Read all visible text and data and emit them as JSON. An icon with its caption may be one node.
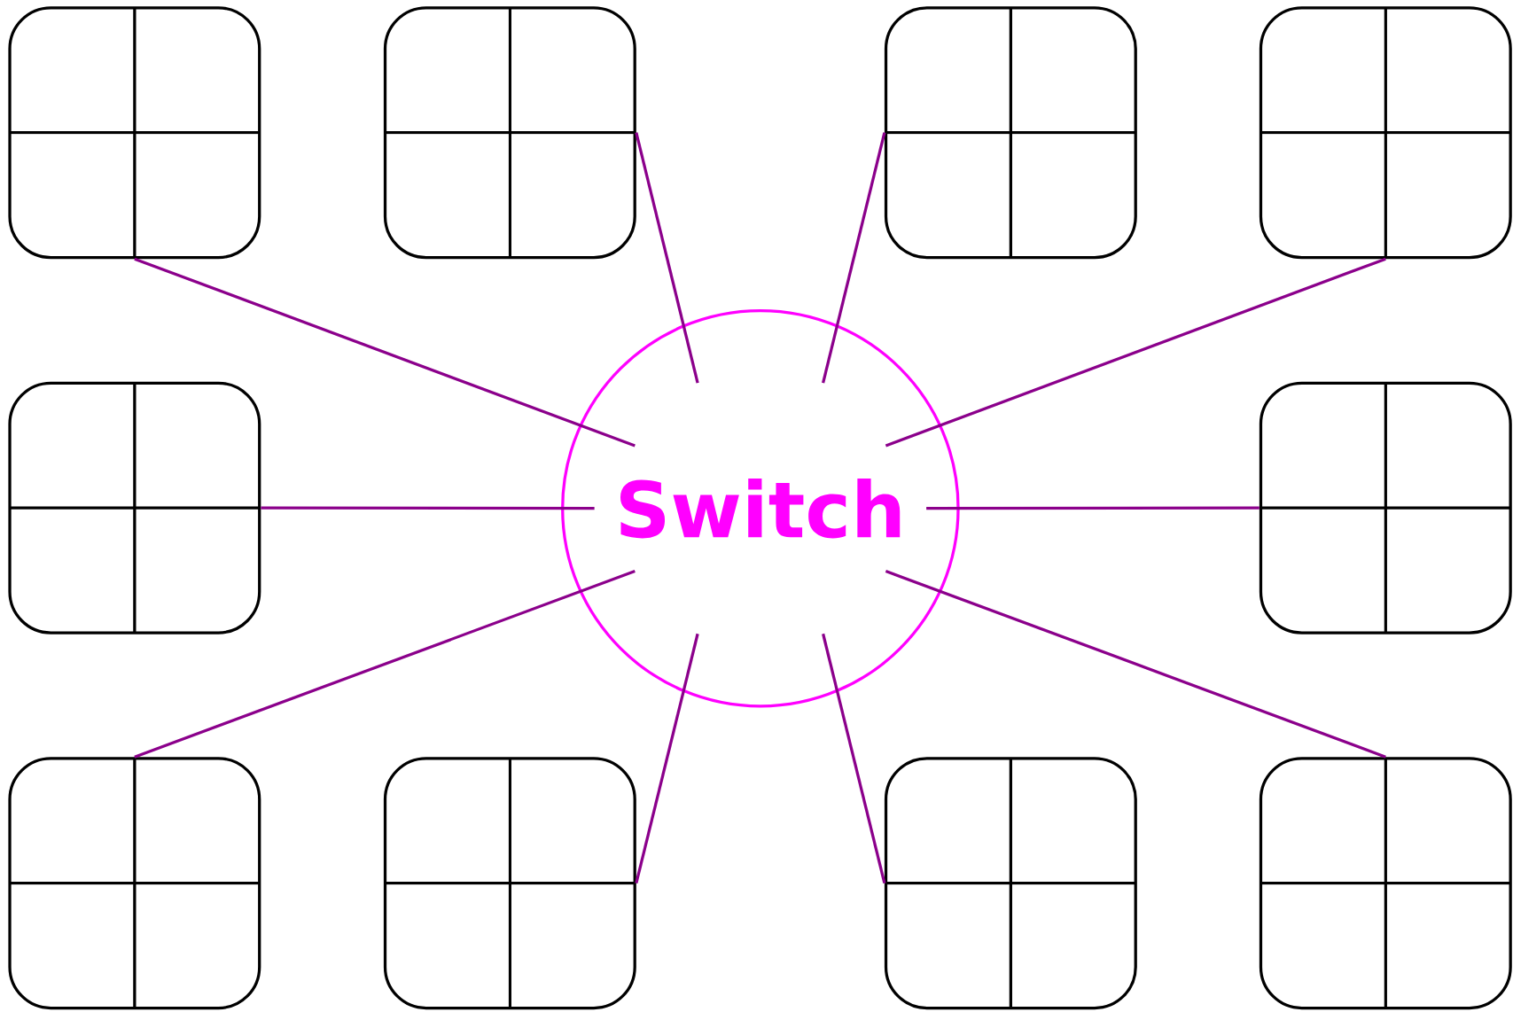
{
  "diagram": {
    "nodes": [
      {
        "text": [],
        "shape": "box"
      },
      {
        "text": [],
        "shape": "box"
      },
      {
        "text": [],
        "shape": "box"
      },
      {
        "text": [],
        "shape": "box"
      },
      {
        "text": [],
        "shape": "box"
      },
      {
        "text": [
          "Switch"
        ]
      },
      {
        "text": [],
        "shape": "box"
      },
      {
        "text": [],
        "shape": "box"
      },
      {
        "text": [],
        "shape": "box"
      },
      {
        "text": [],
        "shape": "box"
      },
      {
        "text": [],
        "shape": "box"
      }
    ],
    "edges": [
      {
        "from": 0,
        "to": 5,
        "arrow": "none"
      },
      {
        "from": 1,
        "to": 5,
        "arrow": "none"
      },
      {
        "from": 2,
        "to": 5,
        "arrow": "none"
      },
      {
        "from": 3,
        "to": 5,
        "arrow": "none"
      },
      {
        "from": 4,
        "to": 5,
        "arrow": "none"
      },
      {
        "from": 6,
        "to": 5,
        "arrow": "none"
      },
      {
        "from": 7,
        "to": 5,
        "arrow": "none"
      },
      {
        "from": 8,
        "to": 5,
        "arrow": "none"
      },
      {
        "from": 9,
        "to": 5,
        "arrow": "none"
      },
      {
        "from": 10,
        "to": 5,
        "arrow": "none"
      }
    ]
  }
}
